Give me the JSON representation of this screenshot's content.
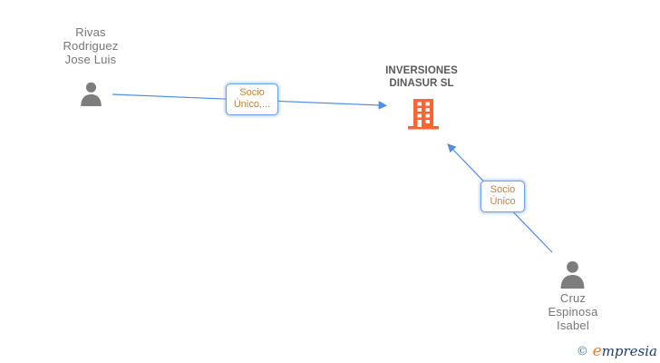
{
  "diagram": {
    "person1": {
      "name_lines": [
        "Rivas",
        "Rodriguez",
        "Jose Luis"
      ],
      "full_name": "Rivas Rodriguez Jose Luis",
      "type": "person"
    },
    "company": {
      "name_lines": [
        "INVERSIONES",
        "DINASUR SL"
      ],
      "full_name": "INVERSIONES DINASUR SL",
      "type": "company"
    },
    "person2": {
      "name_lines": [
        "Cruz",
        "Espinosa",
        "Isabel"
      ],
      "full_name": "Cruz Espinosa Isabel",
      "type": "person"
    },
    "edge1": {
      "from": "Rivas Rodriguez Jose Luis",
      "to": "INVERSIONES DINASUR SL",
      "label_line1": "Socio",
      "label_line2": "Único,..."
    },
    "edge2": {
      "from": "Cruz Espinosa Isabel",
      "to": "INVERSIONES DINASUR SL",
      "label_line1": "Socio",
      "label_line2": "Único"
    }
  },
  "colors": {
    "edge_blue": "#4f8ee0",
    "label_border_blue": "#6fa0e2",
    "label_text_orange": "#c8813c",
    "person_icon_gray": "#7d7d7d",
    "person_name_gray": "#767676",
    "company_name_gray": "#595959",
    "building_orange": "#fb6533",
    "background": "#ffffff"
  },
  "watermark": {
    "copyright_symbol": "©",
    "brand_first_letter": "e",
    "brand_rest": "mpresia"
  }
}
